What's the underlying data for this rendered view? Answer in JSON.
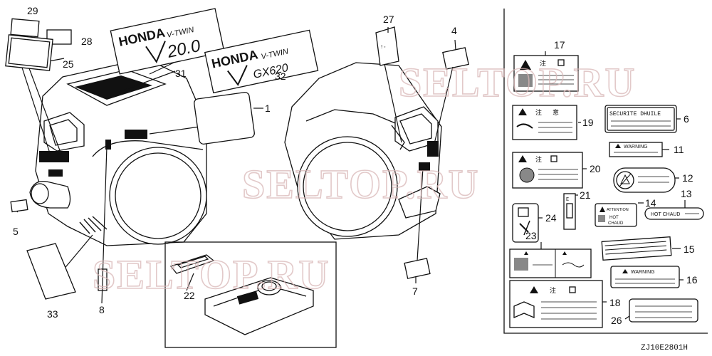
{
  "callouts": {
    "c1": "1",
    "c4": "4",
    "c5": "5",
    "c6": "6",
    "c7": "7",
    "c8": "8",
    "c11": "11",
    "c12": "12",
    "c13": "13",
    "c14": "14",
    "c15": "15",
    "c16": "16",
    "c17": "17",
    "c18": "18",
    "c19": "19",
    "c20": "20",
    "c21": "21",
    "c22": "22",
    "c23": "23",
    "c24": "24",
    "c25": "25",
    "c26": "26",
    "c27": "27",
    "c28": "28",
    "c29": "29",
    "c31": "31",
    "c32": "32",
    "c33": "33"
  },
  "label_texts": {
    "honda_a": "HONDA",
    "vtwin_a": "V-TWIN",
    "hp_a": "20.0",
    "honda_b": "HONDA",
    "vtwin_b": "V-TWIN",
    "model_b": "GX620",
    "securite": "SECURITE DHUILE",
    "warning_11": "WARNING",
    "warning_16": "WARNING",
    "attention": "ATTENTION",
    "hot": "HOT",
    "chaud": "CHAUD",
    "hot_chaud_13": "HOT CHAUD",
    "cjk_caution": "注",
    "cjk_notice": "意"
  },
  "watermarks": [
    "SELTOP.RU",
    "SELTOP.RU",
    "SELTOP.RU"
  ],
  "diagram_code": "ZJ10E2801H"
}
